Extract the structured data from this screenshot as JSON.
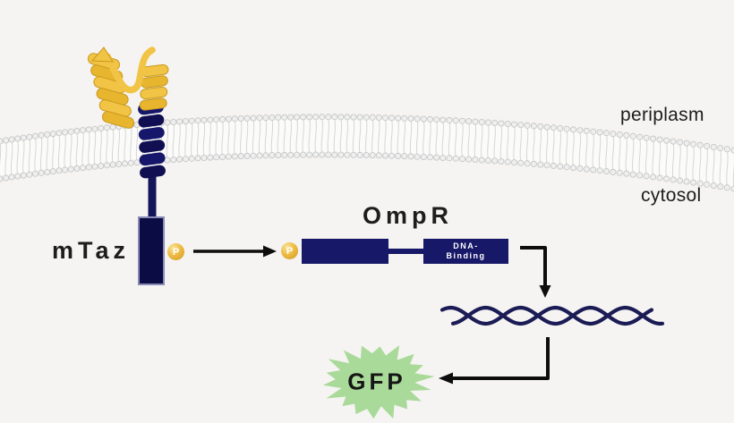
{
  "labels": {
    "periplasm": "periplasm",
    "cytosol": "cytosol",
    "mtaz": "mTaz",
    "ompr": "OmpR",
    "dna_binding_line1": "DNA-",
    "dna_binding_line2": "Binding",
    "gfp": "GFP",
    "phosphate": "P"
  },
  "colors": {
    "background": "#f5f4f2",
    "navy": "#15155e",
    "navy_box": "#181868",
    "gold": "#f2c445",
    "phosphate_gold": "#edbc45",
    "gfp_green": "#a9da99",
    "arrow_black": "#0d0d0d",
    "membrane_gray": "#d6d6d6",
    "text_black": "#1d1d1d"
  },
  "icons": {
    "phosphate": "gold sphere with white P",
    "dna": "navy double-helix braid",
    "gfp": "green starburst blob",
    "membrane": "lipid bilayer band of bead heads and wavy tails",
    "receptor": "gold sensor helices over navy transmembrane coil"
  }
}
